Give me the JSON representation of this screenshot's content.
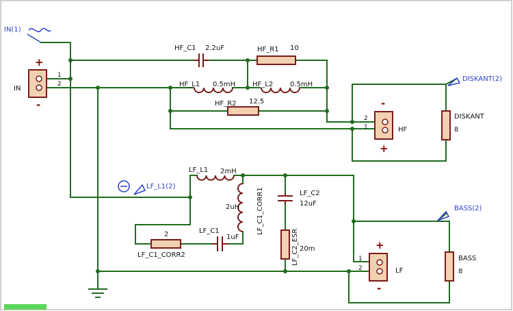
{
  "colors": {
    "wire": "#1f6b1f",
    "component": "#7a1a1a",
    "component_fill": "#f2d0b0",
    "probe": "#2a3fc8",
    "sign": "#8b0000",
    "frame": "#d0d0d0"
  },
  "probes": {
    "in": "IN(1)",
    "diskant": "DISKANT(2)",
    "lf_l1": "LF_L1(2)",
    "bass": "BASS(2)"
  },
  "connectors": {
    "in": {
      "label": "IN",
      "plus": "+",
      "minus": "-",
      "pin1": "1",
      "pin2": "2"
    },
    "hf": {
      "label": "HF",
      "plus": "+",
      "minus": "-",
      "pin1": "1",
      "pin2": "2"
    },
    "lf": {
      "label": "LF",
      "plus": "+",
      "minus": "-",
      "pin1": "1",
      "pin2": "2"
    }
  },
  "components": {
    "hf_c1": {
      "name": "HF_C1",
      "value": "2.2uF"
    },
    "hf_r1": {
      "name": "HF_R1",
      "value": "10"
    },
    "hf_l1": {
      "name": "HF_L1",
      "value": "0.5mH"
    },
    "hf_l2": {
      "name": "HF_L2",
      "value": "0.5mH"
    },
    "hf_r2": {
      "name": "HF_R2",
      "value": "12.5"
    },
    "diskant": {
      "name": "DISKANT",
      "value": "8"
    },
    "lf_l1": {
      "name": "LF_L1",
      "value": "2mH"
    },
    "lf_c1_corr1": {
      "name": "LF_C1_CORR1",
      "value": "2uH"
    },
    "lf_c2": {
      "name": "LF_C2",
      "value": "12uF"
    },
    "lf_c2_esr": {
      "name": "LF_C2_ESR",
      "value": "20m"
    },
    "lf_c1": {
      "name": "LF_C1",
      "value": "1uF"
    },
    "lf_c1_corr2": {
      "name": "LF_C1_CORR2",
      "value": "2"
    },
    "bass": {
      "name": "BASS",
      "value": "8"
    }
  }
}
